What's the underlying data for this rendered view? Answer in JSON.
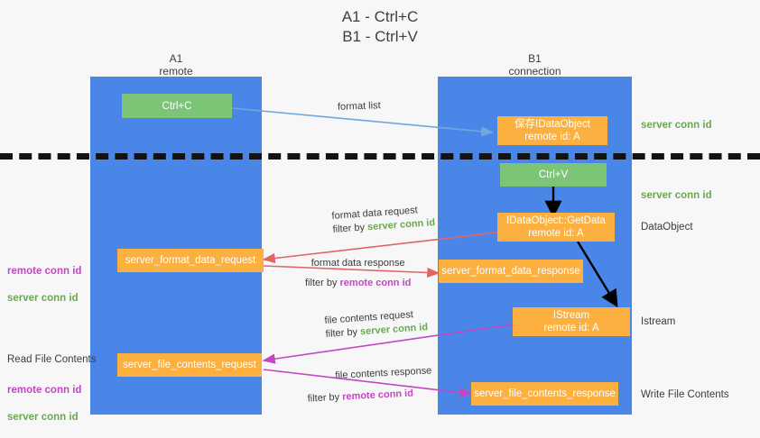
{
  "title": "A1 - Ctrl+C\nB1 - Ctrl+V",
  "colors": {
    "background": "#f7f7f7",
    "lane": "#4a86e8",
    "node_green": "#7cc576",
    "node_orange": "#fbb040",
    "server_conn_id": "#6aa84f",
    "remote_conn_id": "#c346c3",
    "arrow_blue": "#6fa8dc",
    "arrow_red": "#e06666",
    "arrow_magenta": "#c346c3",
    "arrow_black": "#000000",
    "divider": "#121212"
  },
  "columns": [
    {
      "id": "a1",
      "title": "A1",
      "subtitle": "remote"
    },
    {
      "id": "b1",
      "title": "B1",
      "subtitle": "connection"
    }
  ],
  "nodes": [
    {
      "id": "ctrl-c",
      "label": "Ctrl+C",
      "style": "green"
    },
    {
      "id": "save-idataobject",
      "label": "保存IDataObject\nremote id: A",
      "style": "orange"
    },
    {
      "id": "ctrl-v",
      "label": "Ctrl+V",
      "style": "green"
    },
    {
      "id": "idataobject-getdata",
      "label": "IDataObject::GetData\nremote id: A",
      "style": "orange"
    },
    {
      "id": "server-format-data-request",
      "label": "server_format_data_request",
      "style": "orange"
    },
    {
      "id": "server-format-data-response",
      "label": "server_format_data_response",
      "style": "orange"
    },
    {
      "id": "istream",
      "label": "IStream\nremote id: A",
      "style": "orange"
    },
    {
      "id": "server-file-contents-request",
      "label": "server_file_contents_request",
      "style": "orange"
    },
    {
      "id": "server-file-contents-response",
      "label": "server_file_contents_response",
      "style": "orange"
    }
  ],
  "edge_labels": {
    "format_list": "format list",
    "format_data_request": {
      "line1": "format data request",
      "filter_prefix": "filter by ",
      "filter_key": "server conn id"
    },
    "format_data_response": {
      "line1": "format data response",
      "filter_prefix": "filter by ",
      "filter_key": "remote conn id"
    },
    "file_contents_request": {
      "line1": "file contents request",
      "filter_prefix": "filter by ",
      "filter_key": "server conn id"
    },
    "file_contents_response": {
      "line1": "file contents response",
      "filter_prefix": "filter by ",
      "filter_key": "remote conn id"
    }
  },
  "right_labels": [
    {
      "id": "server-conn-id-top",
      "text": "server conn id",
      "kind": "server"
    },
    {
      "id": "server-conn-id-second",
      "text": "server conn id",
      "kind": "server"
    },
    {
      "id": "dataobject",
      "text": "DataObject",
      "kind": "plain"
    },
    {
      "id": "istream-label",
      "text": "Istream",
      "kind": "plain"
    },
    {
      "id": "write-file-contents",
      "text": "Write File Contents",
      "kind": "plain"
    }
  ],
  "left_labels": {
    "format_group": {
      "remote": "remote conn id",
      "server": "server conn id"
    },
    "read_file_contents": "Read File Contents",
    "file_group": {
      "remote": "remote conn id",
      "server": "server conn id"
    }
  }
}
